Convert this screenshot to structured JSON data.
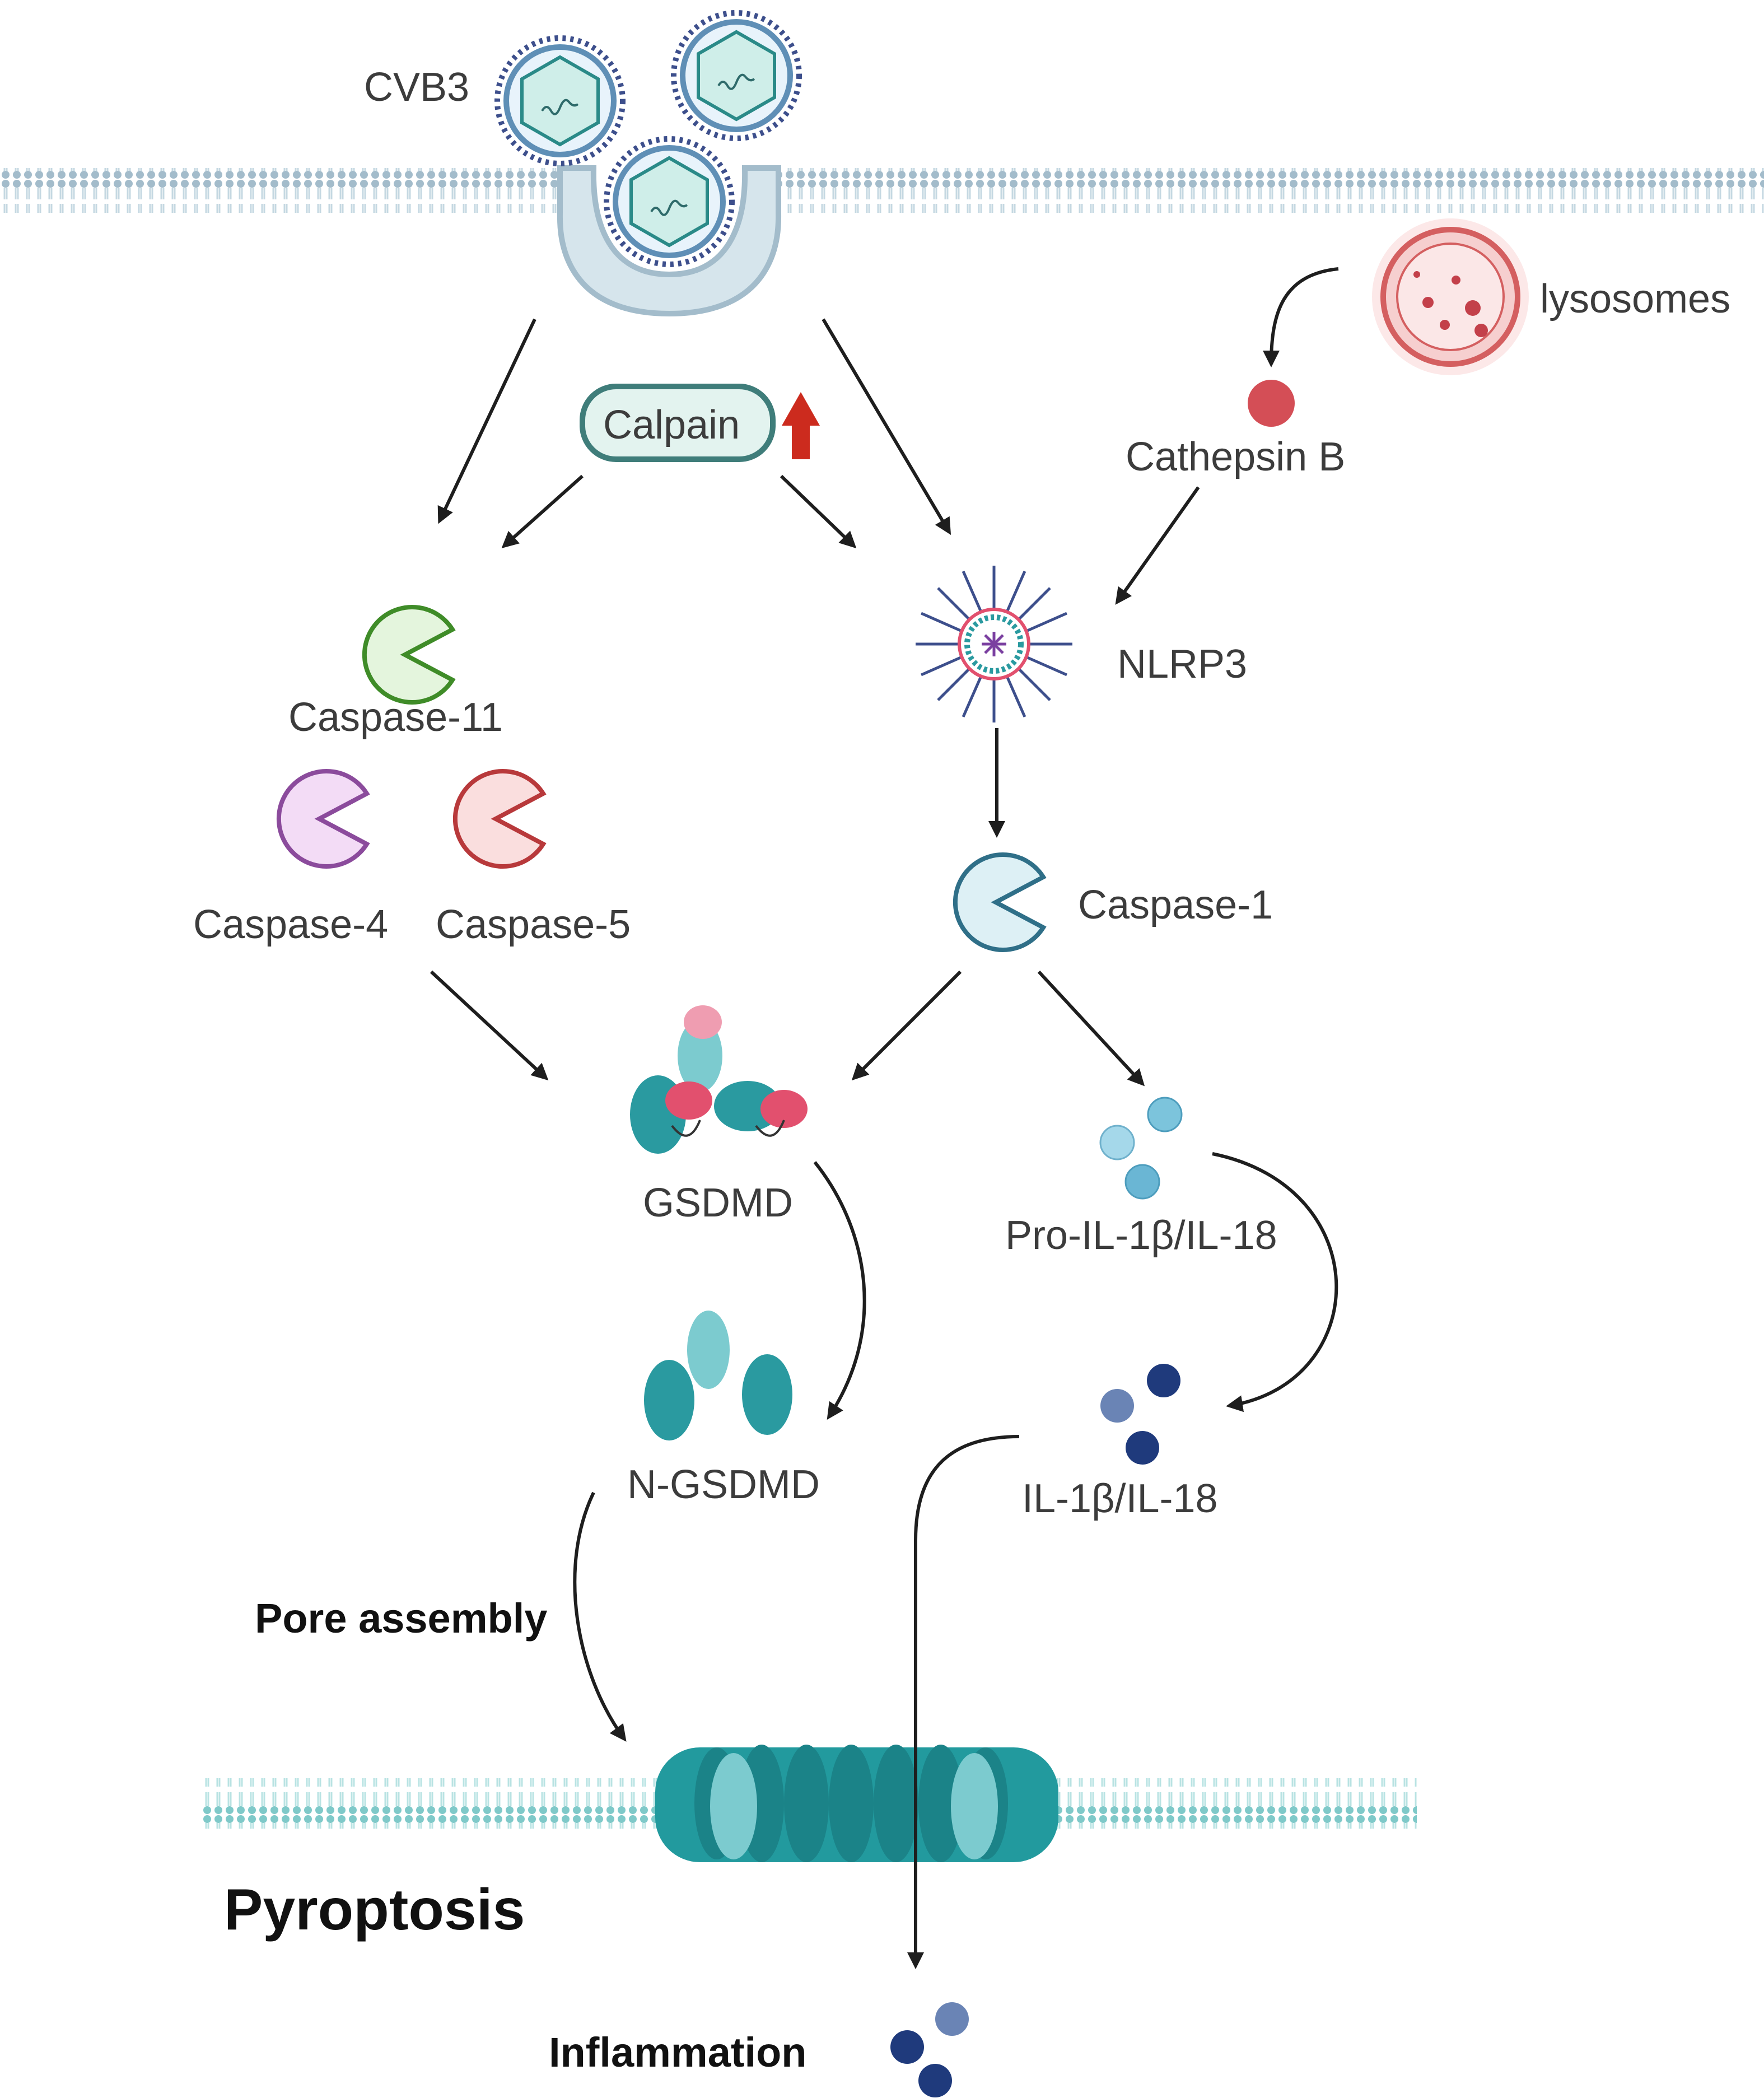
{
  "labels": {
    "cvb3": "CVB3",
    "lysosomes": "lysosomes",
    "calpain": "Calpain",
    "cathepsin_b": "Cathepsin B",
    "caspase_11": "Caspase-11",
    "nlrp3": "NLRP3",
    "caspase_4": "Caspase-4",
    "caspase_5": "Caspase-5",
    "caspase_1": "Caspase-1",
    "gsdmd": "GSDMD",
    "pro_il": "Pro-IL-1β/IL-18",
    "n_gsdmd": "N-GSDMD",
    "il": "IL-1β/IL-18",
    "pore_assembly": "Pore assembly",
    "pyroptosis": "Pyroptosis",
    "inflammation": "Inflammation"
  },
  "colors": {
    "membrane": "#b9d3df",
    "membrane_dots": "#a3bccb",
    "lower_membrane": "#7fc9c9",
    "virus_capsid": "#cfeee9",
    "virus_spikes": "#3d4f8c",
    "calpain_fill": "#e3f3ef",
    "calpain_stroke": "#3f7d7a",
    "up_arrow": "#cc2b1e",
    "caspase_11_fill": "#e4f5dd",
    "caspase_11_stroke": "#3f8c28",
    "caspase_4_fill": "#f3dcf6",
    "caspase_4_stroke": "#8b4b9c",
    "caspase_5_fill": "#fadede",
    "caspase_5_stroke": "#b8393b",
    "caspase_1_fill": "#ddf0f5",
    "caspase_1_stroke": "#2f6f88",
    "gsdmd_teal": "#2a9aa0",
    "gsdmd_pink": "#e2506e",
    "pro_il_balls": "#7cc4dc",
    "il_balls": "#1f3a7c",
    "cathepsin_b": "#d44e56",
    "lysosome": "#d45f60",
    "pore": "#229a9e"
  }
}
